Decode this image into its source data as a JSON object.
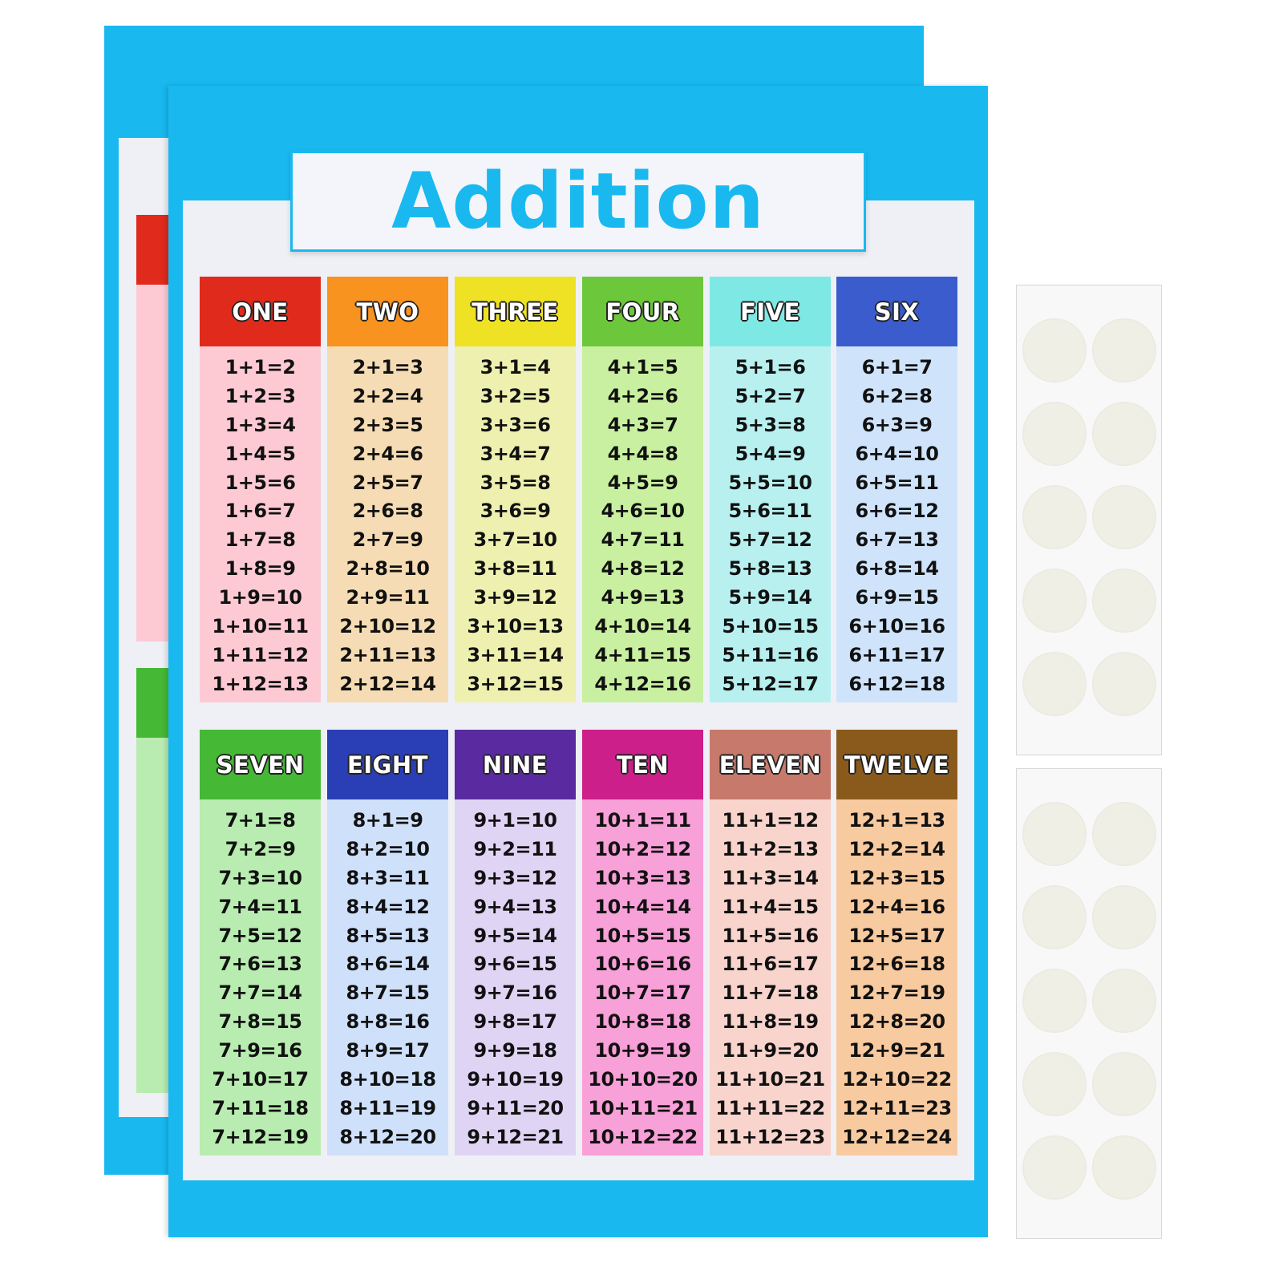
{
  "title": "Addition",
  "brand_color": "#19b9f0",
  "columns": [
    {
      "label": "ONE",
      "header_color": "#e02a1c",
      "body_color": "#fdcad4",
      "equations": [
        "1+1=2",
        "1+2=3",
        "1+3=4",
        "1+4=5",
        "1+5=6",
        "1+6=7",
        "1+7=8",
        "1+8=9",
        "1+9=10",
        "1+10=11",
        "1+11=12",
        "1+12=13"
      ]
    },
    {
      "label": "TWO",
      "header_color": "#f7931e",
      "body_color": "#f5dcb4",
      "equations": [
        "2+1=3",
        "2+2=4",
        "2+3=5",
        "2+4=6",
        "2+5=7",
        "2+6=8",
        "2+7=9",
        "2+8=10",
        "2+9=11",
        "2+10=12",
        "2+11=13",
        "2+12=14"
      ]
    },
    {
      "label": "THREE",
      "header_color": "#efe224",
      "body_color": "#eef0b0",
      "equations": [
        "3+1=4",
        "3+2=5",
        "3+3=6",
        "3+4=7",
        "3+5=8",
        "3+6=9",
        "3+7=10",
        "3+8=11",
        "3+9=12",
        "3+10=13",
        "3+11=14",
        "3+12=15"
      ]
    },
    {
      "label": "FOUR",
      "header_color": "#6cc83a",
      "body_color": "#c8f0a0",
      "equations": [
        "4+1=5",
        "4+2=6",
        "4+3=7",
        "4+4=8",
        "4+5=9",
        "4+6=10",
        "4+7=11",
        "4+8=12",
        "4+9=13",
        "4+10=14",
        "4+11=15",
        "4+12=16"
      ]
    },
    {
      "label": "FIVE",
      "header_color": "#7de8e4",
      "body_color": "#b8f0f0",
      "equations": [
        "5+1=6",
        "5+2=7",
        "5+3=8",
        "5+4=9",
        "5+5=10",
        "5+6=11",
        "5+7=12",
        "5+8=13",
        "5+9=14",
        "5+10=15",
        "5+11=16",
        "5+12=17"
      ]
    },
    {
      "label": "SIX",
      "header_color": "#3a5ccc",
      "body_color": "#cfe4fb",
      "equations": [
        "6+1=7",
        "6+2=8",
        "6+3=9",
        "6+4=10",
        "6+5=11",
        "6+6=12",
        "6+7=13",
        "6+8=14",
        "6+9=15",
        "6+10=16",
        "6+11=17",
        "6+12=18"
      ]
    },
    {
      "label": "SEVEN",
      "header_color": "#45b935",
      "body_color": "#b8ecb0",
      "equations": [
        "7+1=8",
        "7+2=9",
        "7+3=10",
        "7+4=11",
        "7+5=12",
        "7+6=13",
        "7+7=14",
        "7+8=15",
        "7+9=16",
        "7+10=17",
        "7+11=18",
        "7+12=19"
      ]
    },
    {
      "label": "EIGHT",
      "header_color": "#2a3fb5",
      "body_color": "#cfe0fb",
      "equations": [
        "8+1=9",
        "8+2=10",
        "8+3=11",
        "8+4=12",
        "8+5=13",
        "8+6=14",
        "8+7=15",
        "8+8=16",
        "8+9=17",
        "8+10=18",
        "8+11=19",
        "8+12=20"
      ]
    },
    {
      "label": "NINE",
      "header_color": "#5a2ba0",
      "body_color": "#e0d4f4",
      "equations": [
        "9+1=10",
        "9+2=11",
        "9+3=12",
        "9+4=13",
        "9+5=14",
        "9+6=15",
        "9+7=16",
        "9+8=17",
        "9+9=18",
        "9+10=19",
        "9+11=20",
        "9+12=21"
      ]
    },
    {
      "label": "TEN",
      "header_color": "#cc1f8a",
      "body_color": "#f8a0d8",
      "equations": [
        "10+1=11",
        "10+2=12",
        "10+3=13",
        "10+4=14",
        "10+5=15",
        "10+6=16",
        "10+7=17",
        "10+8=18",
        "10+9=19",
        "10+10=20",
        "10+11=21",
        "10+12=22"
      ]
    },
    {
      "label": "ELEVEN",
      "header_color": "#c77a6b",
      "body_color": "#f8d4cc",
      "equations": [
        "11+1=12",
        "11+2=13",
        "11+3=14",
        "11+4=15",
        "11+5=16",
        "11+6=17",
        "11+7=18",
        "11+8=19",
        "11+9=20",
        "11+10=21",
        "11+11=22",
        "11+12=23"
      ]
    },
    {
      "label": "TWELVE",
      "header_color": "#8a5a1c",
      "body_color": "#f8caa0",
      "equations": [
        "12+1=13",
        "12+2=14",
        "12+3=15",
        "12+4=16",
        "12+5=17",
        "12+6=18",
        "12+7=19",
        "12+8=20",
        "12+9=21",
        "12+10=22",
        "12+11=23",
        "12+12=24"
      ]
    }
  ],
  "back_poster": {
    "header_colors": [
      "#e02a1c",
      "#45b935"
    ],
    "body_colors": [
      "#fdcad4",
      "#b8ecb0"
    ]
  },
  "sticker_strips": {
    "count": 2,
    "dots_per_strip": 10,
    "dot_color": "#efefe6"
  }
}
